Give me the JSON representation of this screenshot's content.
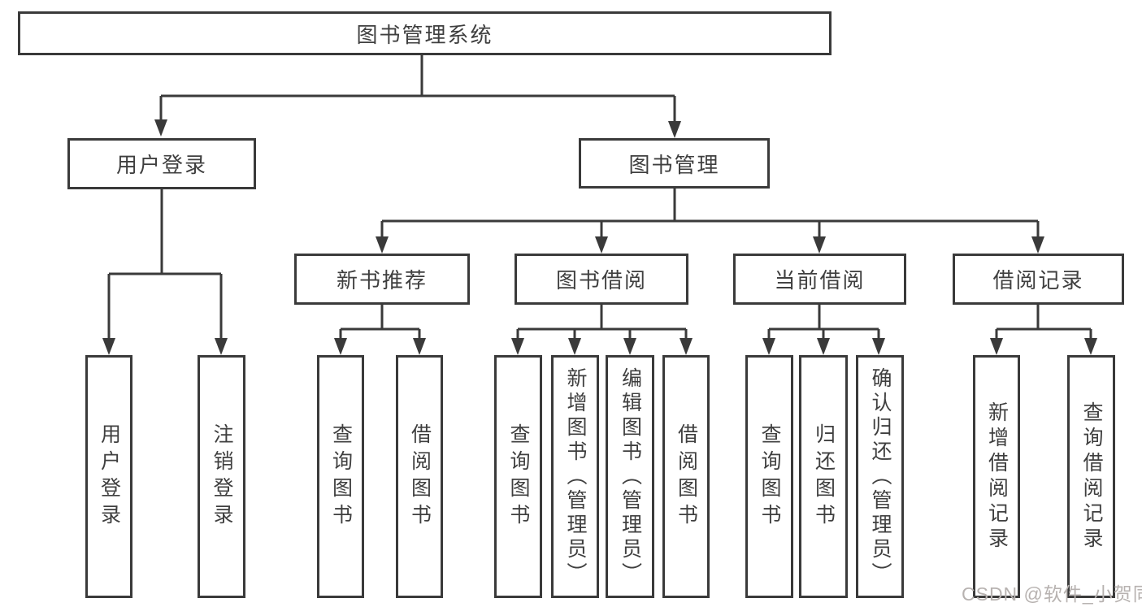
{
  "diagram_title": "图书管理系统",
  "colors": {
    "line": "#3a3a3a",
    "text": "#3f3f3f",
    "background": "#ffffff",
    "watermark": "#b7b2b0"
  },
  "watermark": {
    "text": "CSDN @软件_小贺同学"
  },
  "nodes": [
    {
      "id": "system-root",
      "label": "图书管理系统",
      "level": 0
    },
    {
      "id": "user-login-module",
      "label": "用户登录",
      "level": 1
    },
    {
      "id": "book-management-module",
      "label": "图书管理",
      "level": 1
    },
    {
      "id": "new-book-recommendation",
      "label": "新书推荐",
      "level": 2
    },
    {
      "id": "book-borrowing",
      "label": "图书借阅",
      "level": 2
    },
    {
      "id": "current-borrowing",
      "label": "当前借阅",
      "level": 2
    },
    {
      "id": "borrowing-records",
      "label": "借阅记录",
      "level": 2
    },
    {
      "id": "user-login",
      "label": "用户登录",
      "level": 3
    },
    {
      "id": "logout-login",
      "label": "注销登录",
      "level": 3
    },
    {
      "id": "recommend-query-books",
      "label": "查询图书",
      "level": 3
    },
    {
      "id": "recommend-borrow-books",
      "label": "借阅图书",
      "level": 3
    },
    {
      "id": "borrow-query-books",
      "label": "查询图书",
      "level": 3
    },
    {
      "id": "borrow-add-books",
      "label": "新增图书（管理员）",
      "level": 3
    },
    {
      "id": "borrow-edit-books",
      "label": "编辑图书（管理员）",
      "level": 3
    },
    {
      "id": "borrow-borrow-books",
      "label": "借阅图书",
      "level": 3
    },
    {
      "id": "current-query-books",
      "label": "查询图书",
      "level": 3
    },
    {
      "id": "current-return-books",
      "label": "归还图书",
      "level": 3
    },
    {
      "id": "current-confirm-return",
      "label": "确认归还（管理员）",
      "level": 3
    },
    {
      "id": "records-add-record",
      "label": "新增借阅记录",
      "level": 3
    },
    {
      "id": "records-query-record",
      "label": "查询借阅记录",
      "level": 3
    }
  ],
  "edges": [
    {
      "from": "system-root",
      "to": "user-login-module"
    },
    {
      "from": "system-root",
      "to": "book-management-module"
    },
    {
      "from": "user-login-module",
      "to": "user-login"
    },
    {
      "from": "user-login-module",
      "to": "logout-login"
    },
    {
      "from": "book-management-module",
      "to": "new-book-recommendation"
    },
    {
      "from": "book-management-module",
      "to": "book-borrowing"
    },
    {
      "from": "book-management-module",
      "to": "current-borrowing"
    },
    {
      "from": "book-management-module",
      "to": "borrowing-records"
    },
    {
      "from": "new-book-recommendation",
      "to": "recommend-query-books"
    },
    {
      "from": "new-book-recommendation",
      "to": "recommend-borrow-books"
    },
    {
      "from": "book-borrowing",
      "to": "borrow-query-books"
    },
    {
      "from": "book-borrowing",
      "to": "borrow-add-books"
    },
    {
      "from": "book-borrowing",
      "to": "borrow-edit-books"
    },
    {
      "from": "book-borrowing",
      "to": "borrow-borrow-books"
    },
    {
      "from": "current-borrowing",
      "to": "current-query-books"
    },
    {
      "from": "current-borrowing",
      "to": "current-return-books"
    },
    {
      "from": "current-borrowing",
      "to": "current-confirm-return"
    },
    {
      "from": "borrowing-records",
      "to": "records-add-record"
    },
    {
      "from": "borrowing-records",
      "to": "records-query-record"
    }
  ]
}
